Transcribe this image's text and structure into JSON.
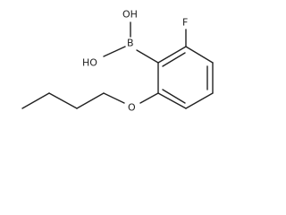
{
  "molecule": {
    "atoms": {
      "oh_top": "OH",
      "oh_left": "HO",
      "boron": "B",
      "fluorine": "F",
      "oxygen": "O"
    },
    "colors": {
      "bond": "#222222",
      "label": "#222222",
      "background": "#ffffff"
    }
  }
}
